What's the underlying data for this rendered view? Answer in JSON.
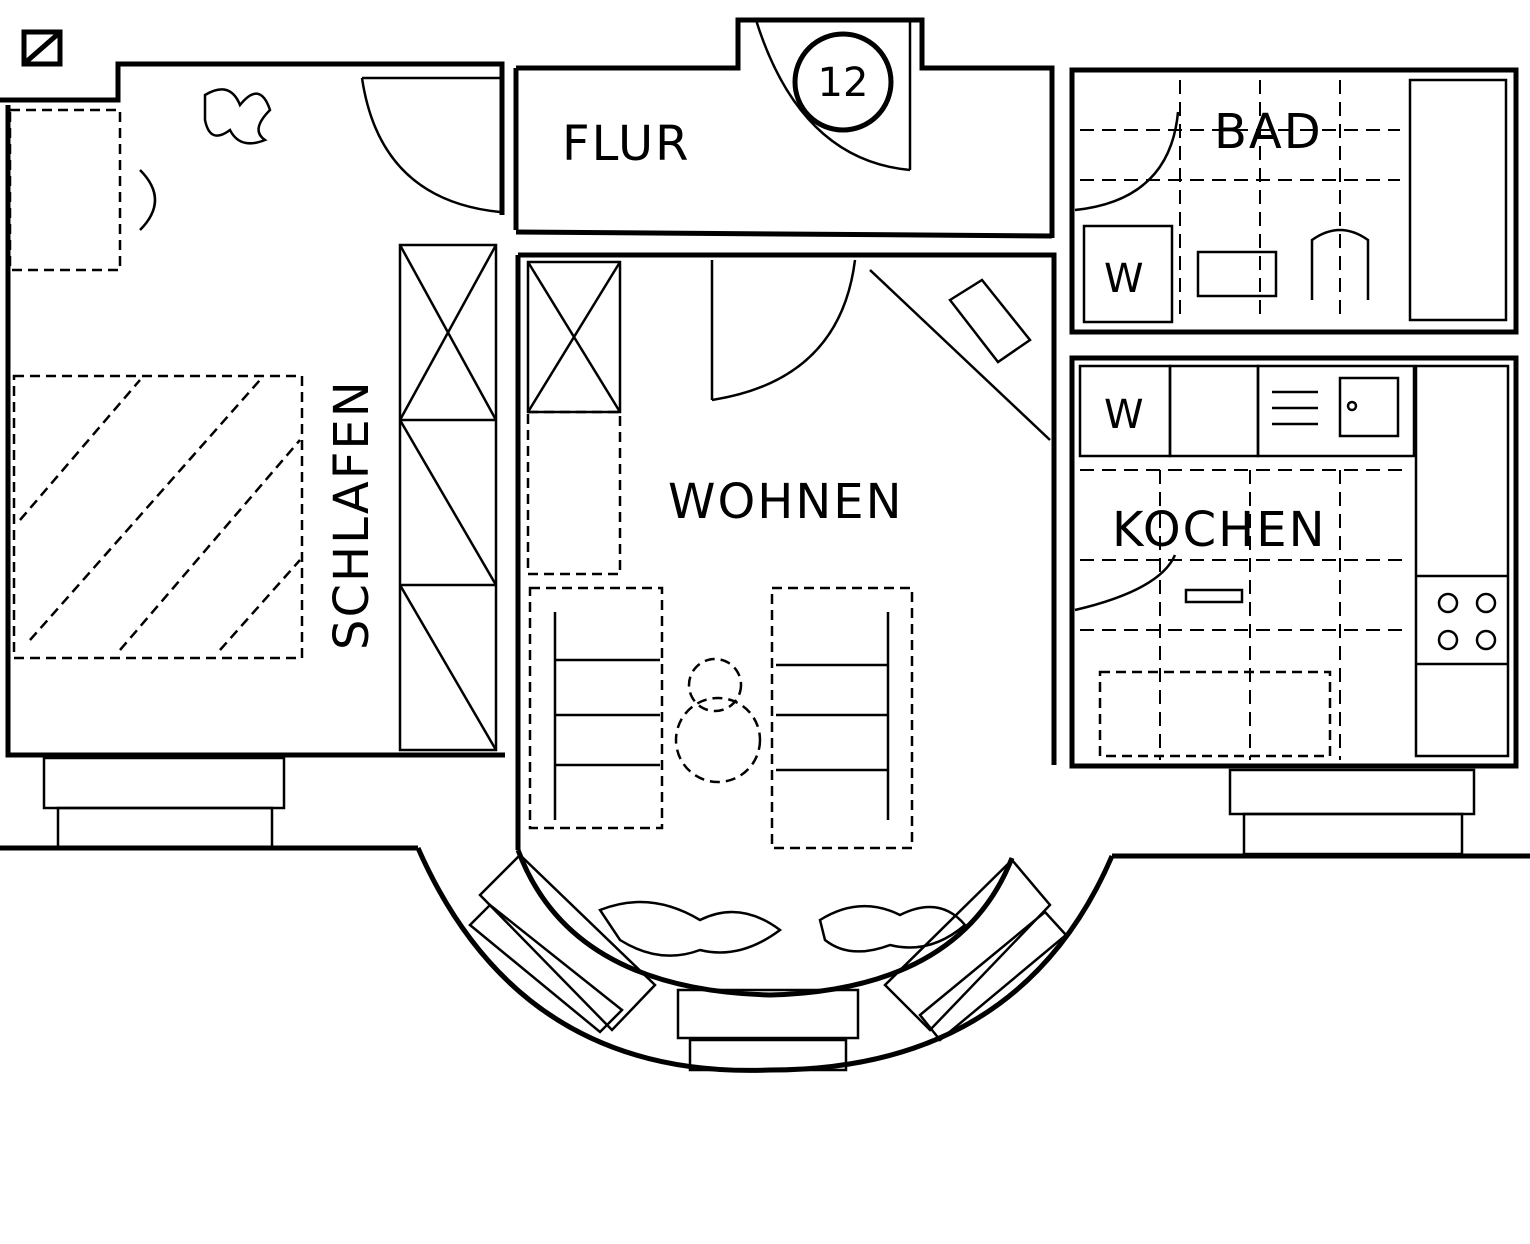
{
  "rooms": {
    "schlafen": "SCHLAFEN",
    "flur": "FLUR",
    "bad": "BAD",
    "wohnen": "WOHNEN",
    "kochen": "KOCHEN"
  },
  "unit_number": "12",
  "appliance_labels": {
    "bad_washer": "W",
    "kitchen_washer": "W"
  },
  "icons": {
    "corner_mark": "square-slash-icon"
  }
}
